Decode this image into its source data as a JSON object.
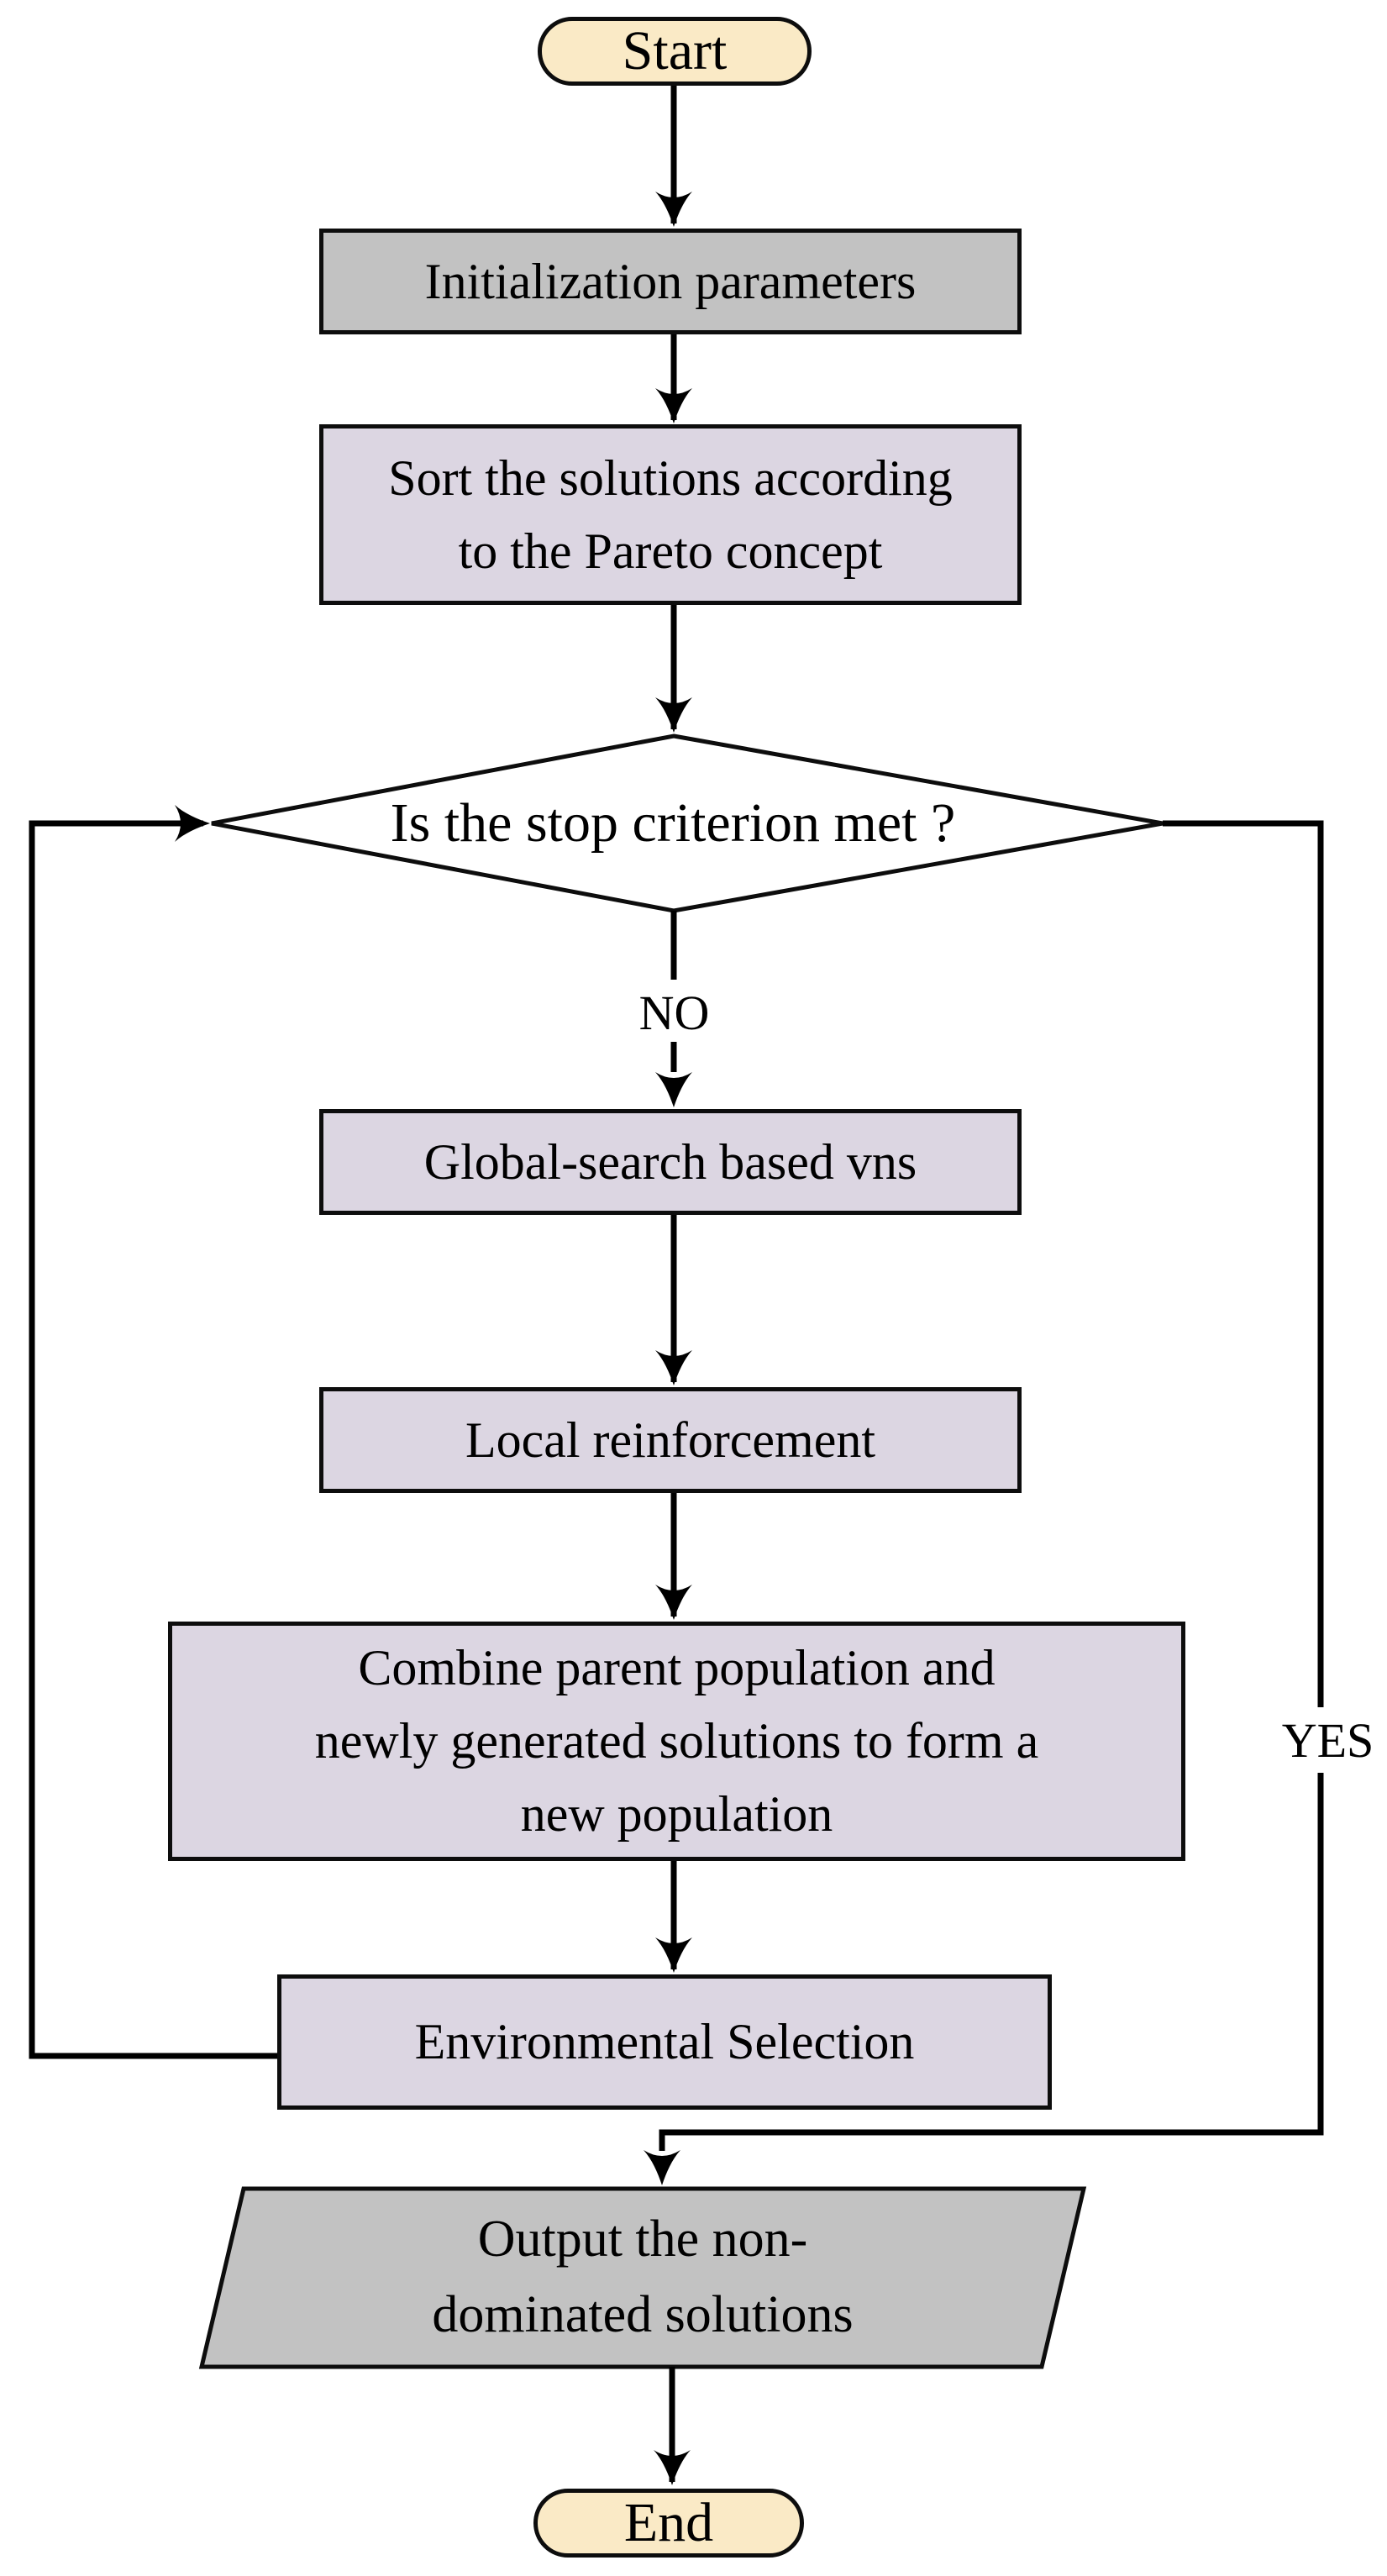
{
  "colors": {
    "terminal_fill": "#FAEAC6",
    "gray_fill": "#C2C2C2",
    "lavender_fill": "#DCD6E2",
    "decision_fill": "#FFFFFF",
    "line_color": "#000000"
  },
  "nodes": {
    "start": {
      "label": "Start"
    },
    "init": {
      "label": "Initialization parameters"
    },
    "sort": {
      "label": "Sort the solutions according\nto the Pareto concept"
    },
    "decision": {
      "label": "Is the stop criterion met ?"
    },
    "global_search": {
      "label": "Global-search based vns"
    },
    "local": {
      "label": "Local reinforcement"
    },
    "combine": {
      "label": "Combine parent population and\nnewly generated solutions to form a\nnew population"
    },
    "env_selection": {
      "label": "Environmental Selection"
    },
    "output": {
      "label": "Output the non-\ndominated solutions"
    },
    "end": {
      "label": "End"
    }
  },
  "edges": {
    "no_label": "NO",
    "yes_label": "YES"
  }
}
